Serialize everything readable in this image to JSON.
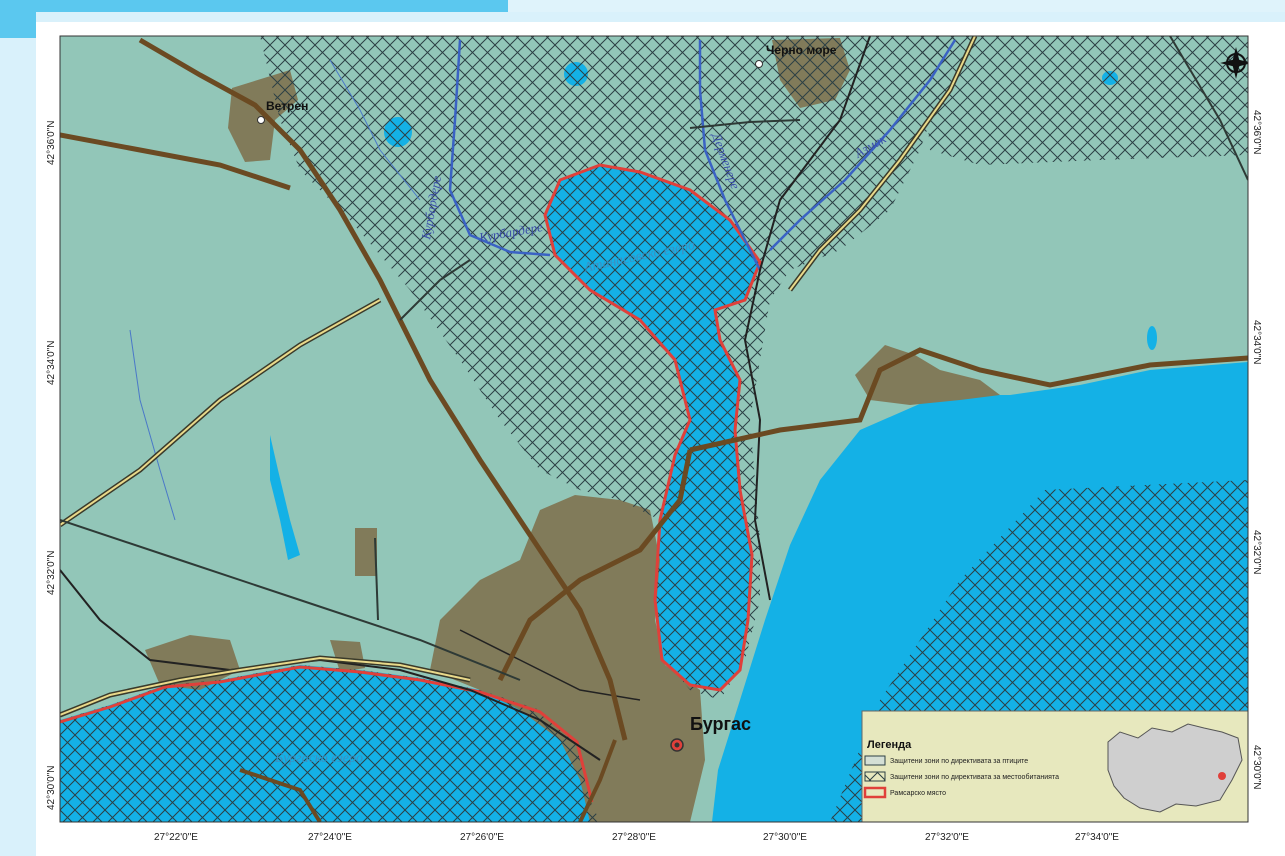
{
  "map": {
    "places": {
      "vetren": "Ветрен",
      "cherno_more": "Черно море",
      "burgas": "Бургас"
    },
    "rivers": {
      "kurbardere_north": "Курбардере",
      "kurbardere": "Курбардере",
      "dermendere": "Дерменере",
      "aziak": "Азмак"
    },
    "lakes": {
      "atanasovsko": "Атанасовско езеро",
      "burgasko": "Бургаско езеро"
    },
    "lat_labels": [
      "42°36'0\"N",
      "42°34'0\"N",
      "42°32'0\"N",
      "42°30'0\"N"
    ],
    "lon_labels": [
      "27°22'0\"E",
      "27°24'0\"E",
      "27°26'0\"E",
      "27°28'0\"E",
      "27°30'0\"E",
      "27°32'0\"E",
      "27°34'0\"E"
    ],
    "legend": {
      "title": "Легенда",
      "items": [
        "Защитени зони по директивата за птиците",
        "Защитени зони по директивата за местообитанията",
        "Рамсарско място"
      ]
    },
    "icons": [
      "north-arrow-icon"
    ]
  },
  "colors": {
    "land": "#92c6b8",
    "water": "#14b1e6",
    "urban": "#817b5a",
    "river": "#3a62c4",
    "road": "#6b4a22",
    "ramsar": "#e0403a",
    "accent": "#5bc8ef"
  }
}
